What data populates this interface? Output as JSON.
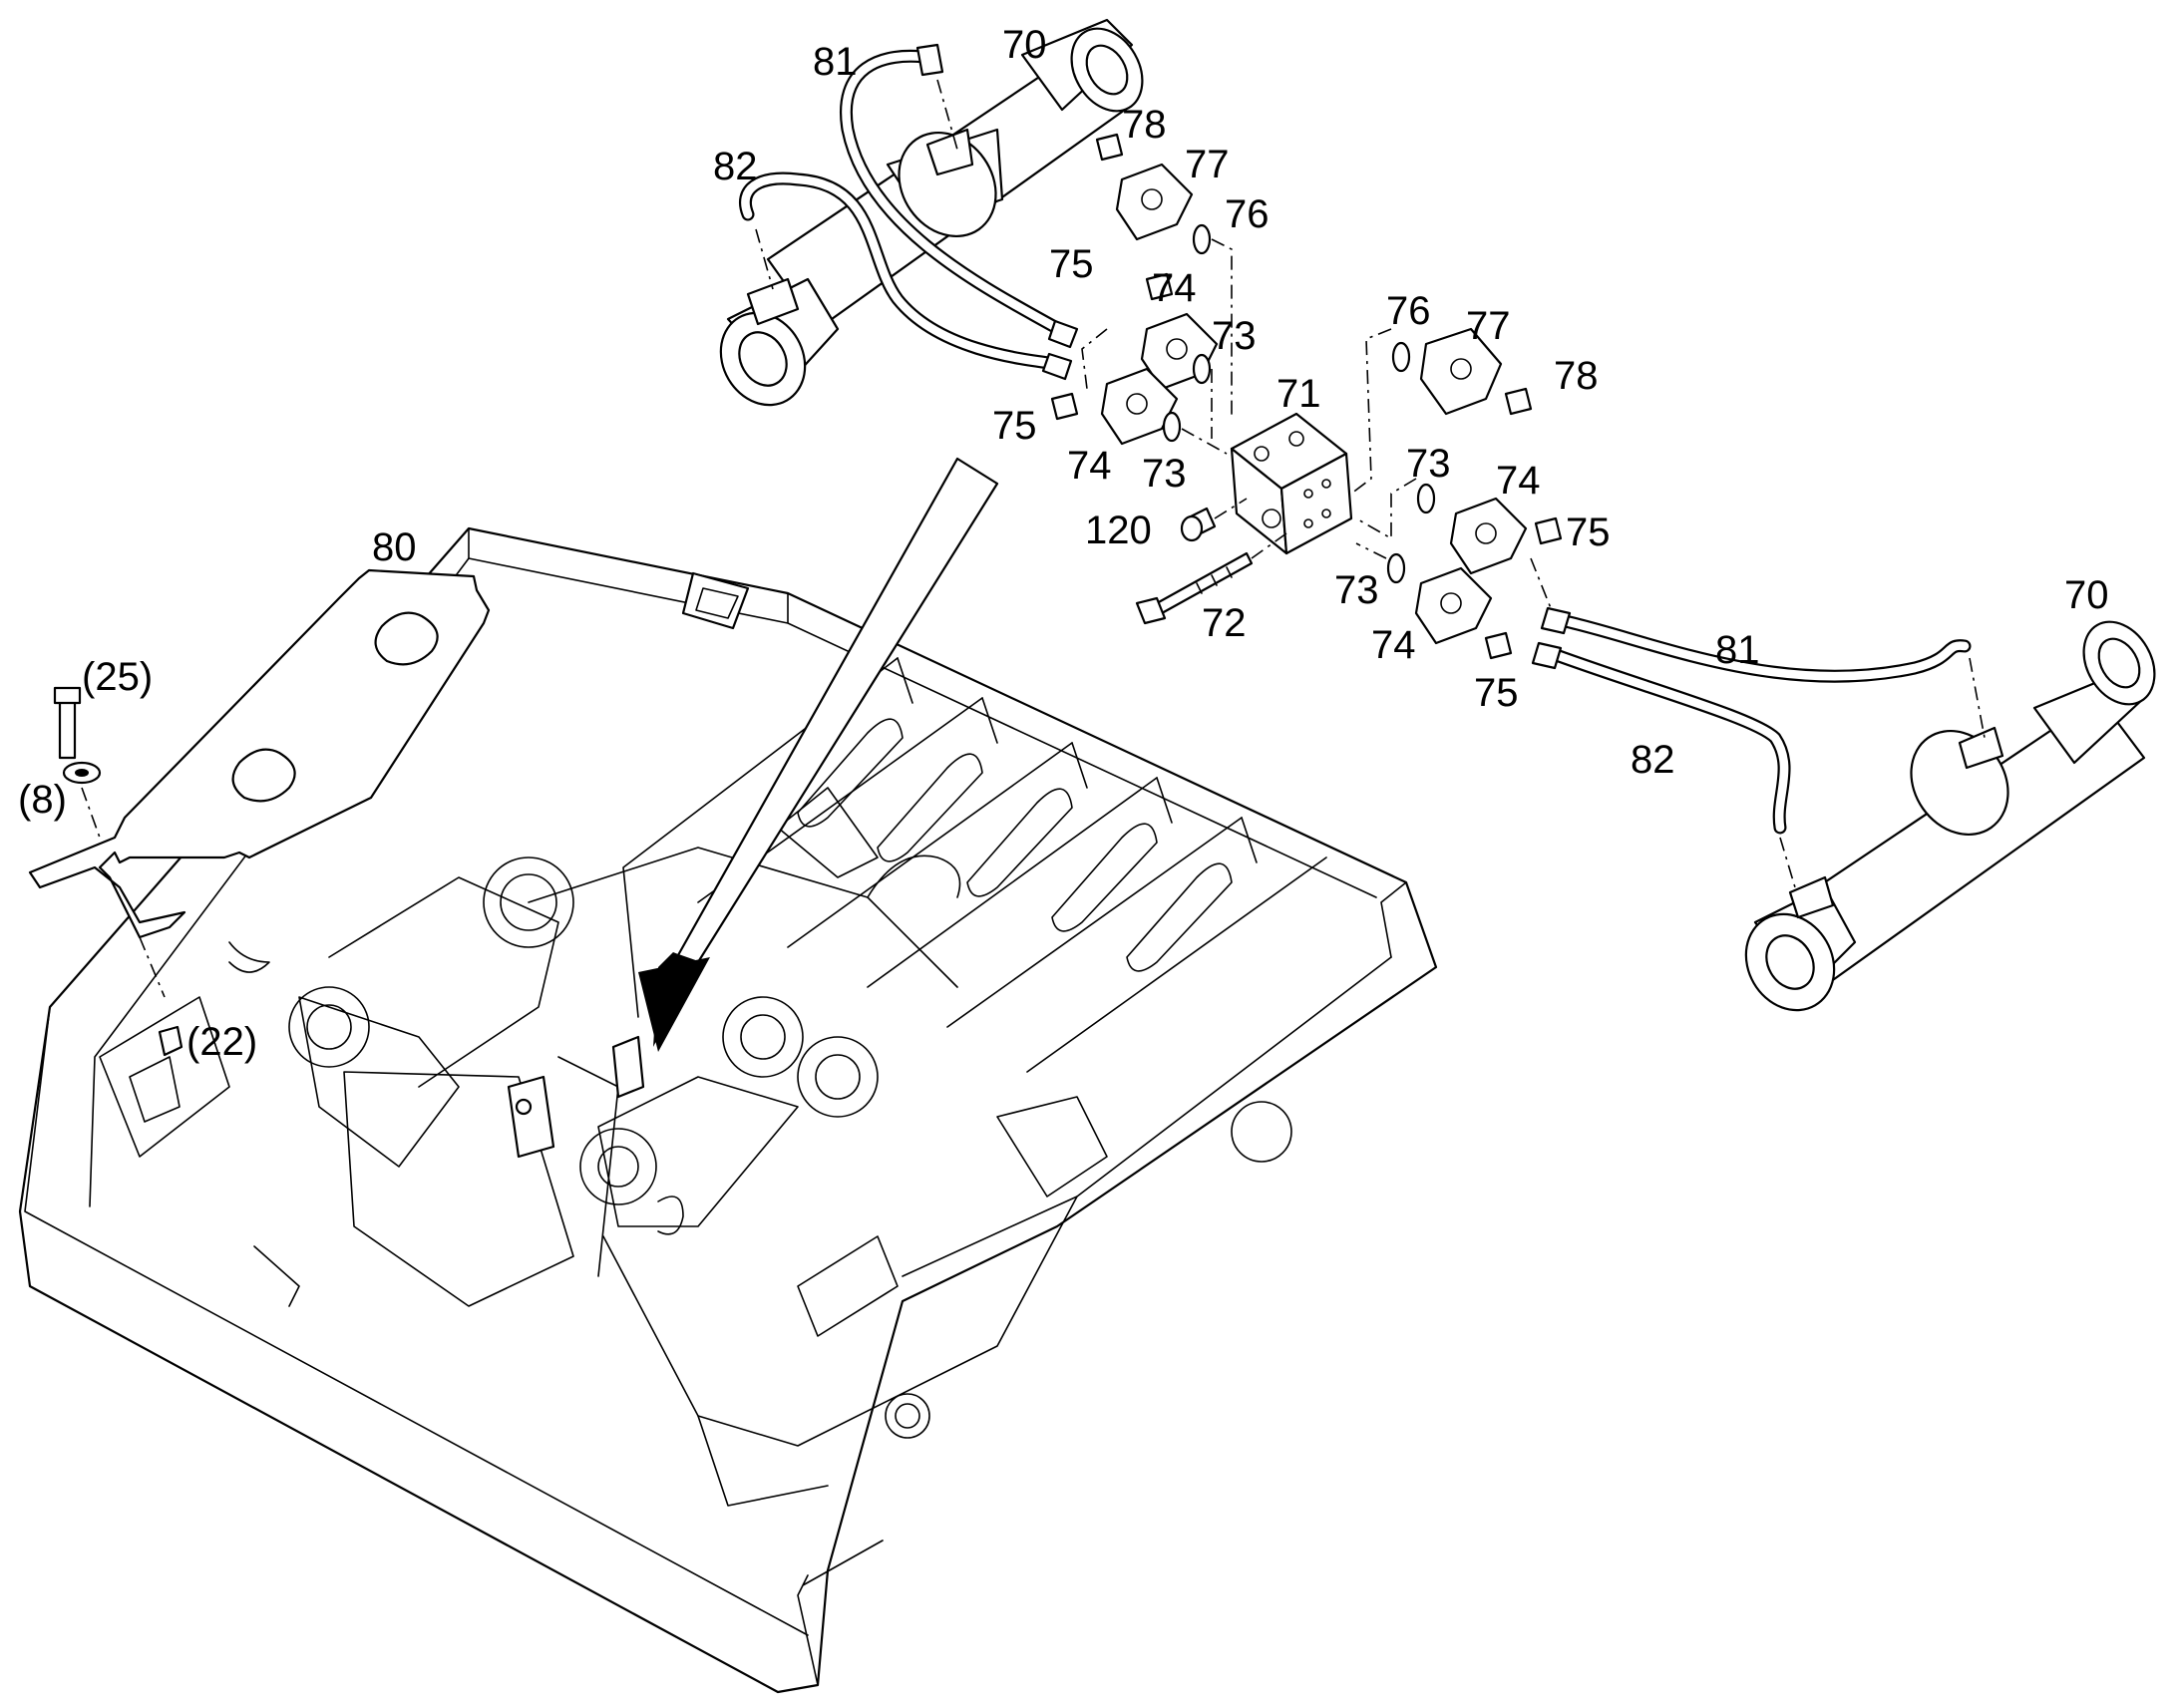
{
  "callouts": {
    "p70_top": "70",
    "p81_top": "81",
    "p82_top": "82",
    "p78_top": "78",
    "p77_top": "77",
    "p76_top": "76",
    "p75_a": "75",
    "p74_a": "74",
    "p73_a": "73",
    "p75_b": "75",
    "p74_b": "74",
    "p73_b": "73",
    "p71": "71",
    "p76_right": "76",
    "p77_right": "77",
    "p78_right": "78",
    "p73_c": "73",
    "p74_c": "74",
    "p75_c": "75",
    "p120": "120",
    "p72": "72",
    "p73_d": "73",
    "p74_d": "74",
    "p75_d": "75",
    "p81_right": "81",
    "p82_right": "82",
    "p70_right": "70",
    "p80": "80",
    "p25": "(25)",
    "p8": "(8)",
    "p22": "(22)"
  }
}
